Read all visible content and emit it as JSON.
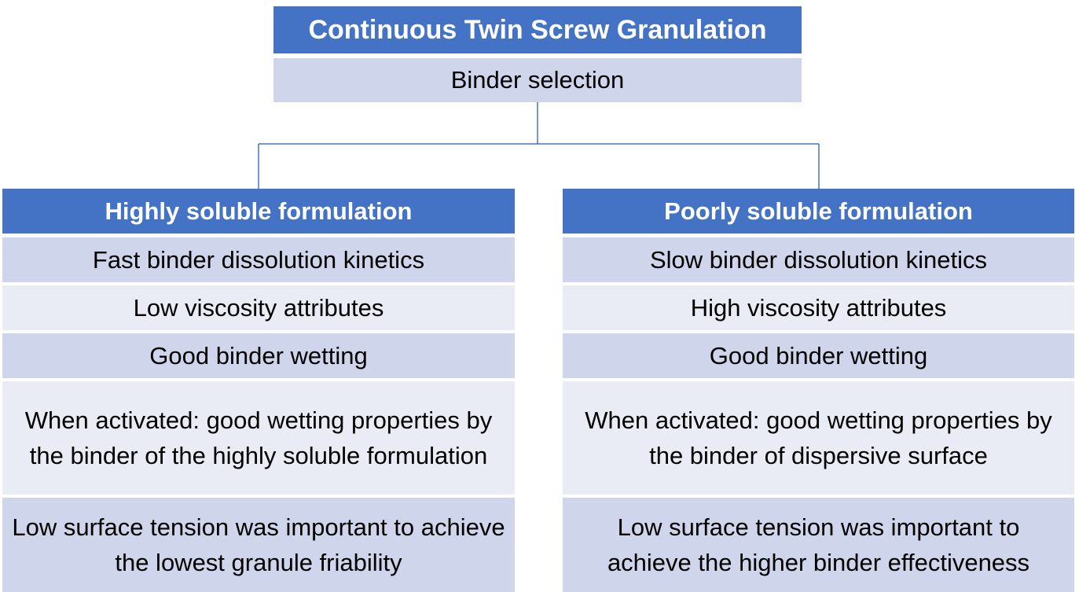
{
  "diagram": {
    "title": "Continuous Twin Screw Granulation",
    "subtitle": "Binder selection",
    "colors": {
      "header_fill": "#4472c4",
      "header_text": "#ffffff",
      "row_dark": "#cfd5ea",
      "row_light": "#e9ebf5",
      "connector": "#4472c4"
    },
    "left": {
      "header": "Highly soluble formulation",
      "items": [
        "Fast binder dissolution kinetics",
        "Low viscosity attributes",
        "Good binder wetting",
        "When activated: good wetting properties by the binder of the highly soluble formulation",
        "Low surface tension was important to achieve the lowest granule friability"
      ]
    },
    "right": {
      "header": "Poorly soluble formulation",
      "items": [
        "Slow binder dissolution kinetics",
        "High viscosity attributes",
        "Good binder wetting",
        "When activated: good wetting properties by the binder of dispersive surface",
        "Low surface tension was important to achieve the higher binder effectiveness"
      ]
    }
  }
}
